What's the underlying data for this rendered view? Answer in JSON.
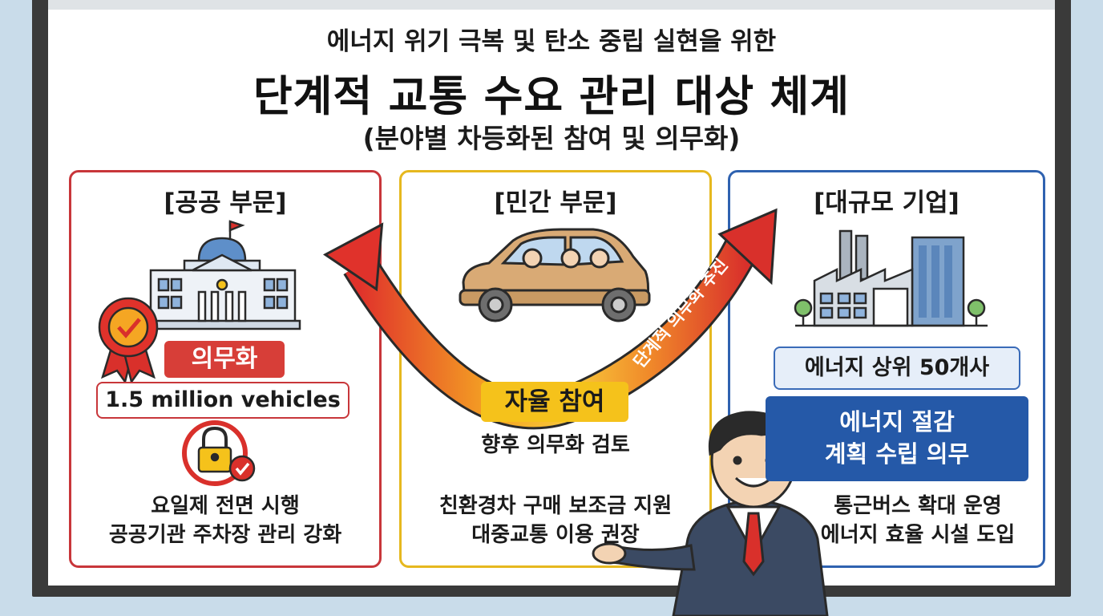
{
  "title": {
    "line1": "에너지 위기 극복 및 탄소 중립 실현을 위한",
    "line2": "단계적 교통 수요 관리 대상 체계",
    "line3": "(분야별 차등화된 참여 및 의무화)"
  },
  "arrow_label": "단계적 의무화 추진",
  "panels": {
    "public": {
      "title": "[공공 부문]",
      "tag": "의무화",
      "vehicles": "1.5 million vehicles",
      "line1": "요일제 전면 시행",
      "line2": "공공기관 주차장 관리 강화"
    },
    "private": {
      "title": "[민간 부문]",
      "tag": "자율 참여",
      "sub": "향후 의무화 검토",
      "line1": "친환경차 구매 보조금 지원",
      "line2": "대중교통 이용 권장"
    },
    "corporate": {
      "title": "[대규모 기업]",
      "tag1": "에너지 상위 50개사",
      "tag2_line1": "에너지 절감",
      "tag2_line2": "계획 수립 의무",
      "line1": "통근버스 확대 운영",
      "line2": "에너지 효율 시설 도입"
    }
  },
  "colors": {
    "public": "#c8363a",
    "private": "#e6b81f",
    "corporate": "#2f62b0"
  }
}
